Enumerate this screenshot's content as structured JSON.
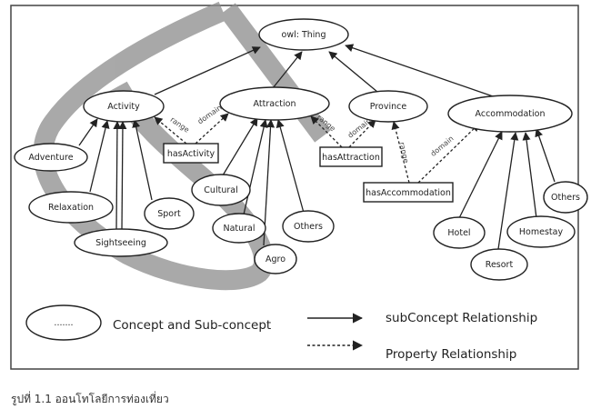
{
  "nodes": {
    "thing": "owl: Thing",
    "activity": "Activity",
    "attraction": "Attraction",
    "province": "Province",
    "accommodation": "Accommodation",
    "adventure": "Adventure",
    "relaxation": "Relaxation",
    "sightseeing": "Sightseeing",
    "sport": "Sport",
    "cultural": "Cultural",
    "natural": "Natural",
    "agro": "Agro",
    "others_attraction": "Others",
    "hotel": "Hotel",
    "resort": "Resort",
    "homestay": "Homestay",
    "others_accommodation": "Others"
  },
  "properties": {
    "has_activity": "hasActivity",
    "has_attraction": "hasAttraction",
    "has_accommodation": "hasAccommodation"
  },
  "edge_labels": {
    "range_activity": "range",
    "domain_activity": "domain",
    "range_attraction": "range",
    "domain_attraction": "domain",
    "range_accommodation": "range",
    "domain_accommodation": "domain"
  },
  "legend": {
    "ellipse_placeholder": ".......",
    "concept": "Concept and Sub-concept",
    "subconcept": "subConcept Relationship",
    "property": "Property Relationship"
  },
  "caption": "รูปที่ 1.1    ออนโทโลยีการท่องเที่ยว",
  "colors": {
    "stroke": "#222222",
    "watermark": "#8c8c8c"
  }
}
